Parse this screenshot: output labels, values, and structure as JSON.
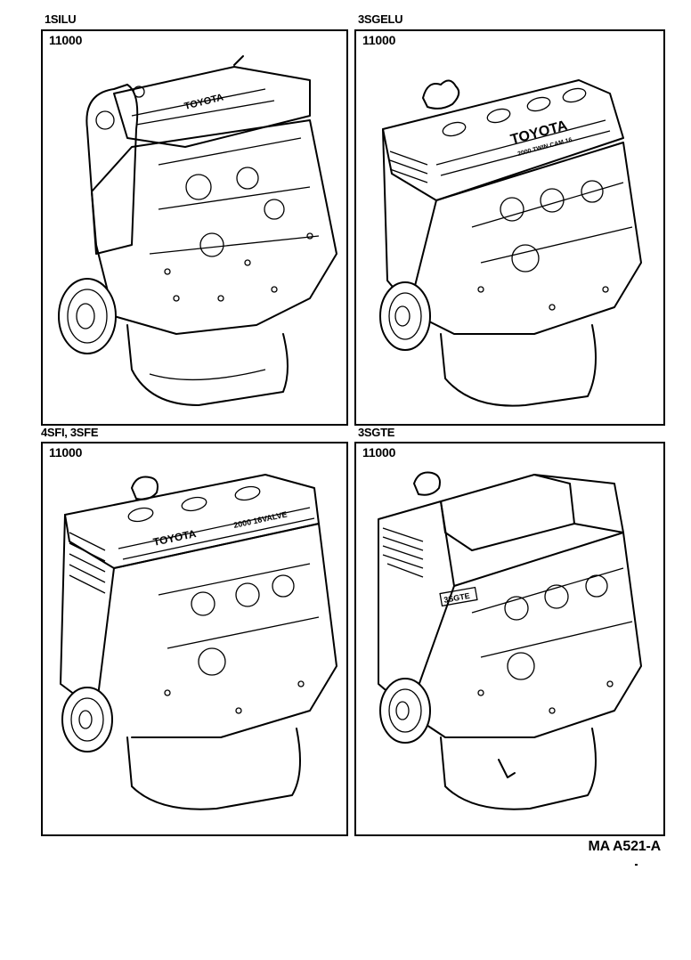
{
  "page": {
    "reference_code": "MA A521-A"
  },
  "panels": [
    {
      "model": "1SILU",
      "part_number": "11000",
      "illustration": "engine-assembly-1silu",
      "cover_text": "TOYOTA"
    },
    {
      "model": "3SGELU",
      "part_number": "11000",
      "illustration": "engine-assembly-3sgelu",
      "cover_text": "TOYOTA",
      "cover_subtext": "2000 TWIN CAM 16"
    },
    {
      "model": "4SFI, 3SFE",
      "part_number": "11000",
      "illustration": "engine-assembly-4sfi-3sfe",
      "cover_text": "TOYOTA",
      "cover_subtext": "2000 16VALVE"
    },
    {
      "model": "3SGTE",
      "part_number": "11000",
      "illustration": "engine-assembly-3sgte",
      "cover_text": "3SGTE"
    }
  ]
}
